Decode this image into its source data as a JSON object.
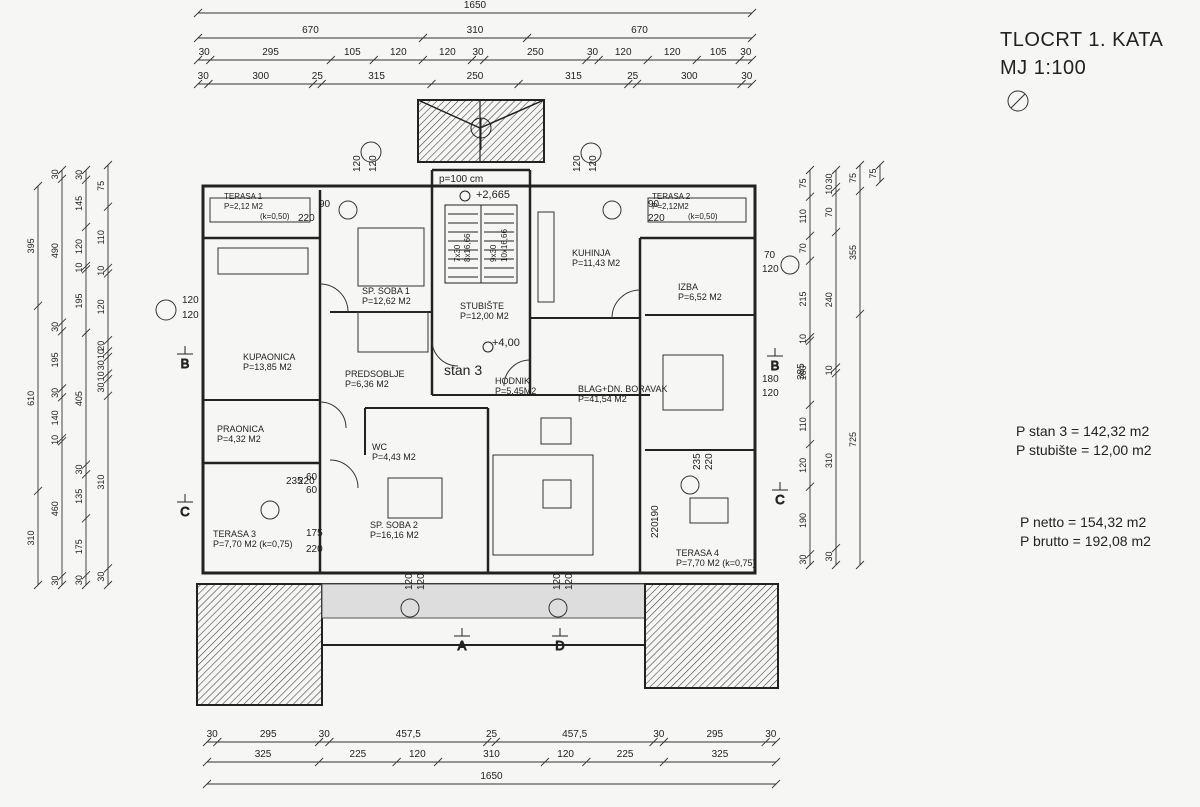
{
  "title": {
    "line1": "TLOCRT 1. KATA",
    "line2": "MJ 1:100"
  },
  "summary": {
    "stan": "P stan 3 = 142,32 m2",
    "stubiste": "P stubište = 12,00 m2",
    "netto": "P netto = 154,32 m2",
    "brutto": "P brutto = 192,08 m2"
  },
  "stan_label": "stan 3",
  "rooms": [
    {
      "name": "TERASA 1",
      "area": "P=2,12 M2",
      "extra": "(k=0,50)"
    },
    {
      "name": "SP. SOBA 1",
      "area": "P=12,62 M2"
    },
    {
      "name": "STUBIŠTE",
      "area": "P=12,00 M2"
    },
    {
      "name": "KUHINJA",
      "area": "P=11,43 M2"
    },
    {
      "name": "TERASA 2",
      "area": "P=2,12M2",
      "extra": "(k=0,50)"
    },
    {
      "name": "IZBA",
      "area": "P=6,52 M2"
    },
    {
      "name": "KUPAONICA",
      "area": "P=13,85 M2"
    },
    {
      "name": "PREDSOBLJE",
      "area": "P=6,36 M2"
    },
    {
      "name": "HODNIK",
      "area": "P=5,45M2"
    },
    {
      "name": "BLAG+DN. BORAVAK",
      "area": "P=41,54 M2"
    },
    {
      "name": "PRAONICA",
      "area": "P=4,32 M2"
    },
    {
      "name": "WC",
      "area": "P=4,43 M2"
    },
    {
      "name": "SP. SOBA 2",
      "area": "P=16,16 M2"
    },
    {
      "name": "TERASA 3",
      "area": "P=7,70 M2 (k=0,75)"
    },
    {
      "name": "TERASA 4",
      "area": "P=7,70 M2 (k=0,75)"
    }
  ],
  "levels": {
    "upper": "+2,665",
    "lower": "+4,00",
    "landing": "p=100 cm"
  },
  "stairs": {
    "flight1": "7x30",
    "flight1b": "8x16,66",
    "flight2": "9x30",
    "flight2b": "10x16,66"
  },
  "sections": {
    "a": "A",
    "b": "B",
    "c": "C",
    "d": "D"
  },
  "top_dims": {
    "row1": [
      "1650"
    ],
    "row2": [
      "670",
      "310",
      "670"
    ],
    "row3": [
      "30",
      "295",
      "105",
      "120",
      "120",
      "30",
      "250",
      "30",
      "120",
      "120",
      "105",
      "30"
    ],
    "row4": [
      "30",
      "300",
      "25",
      "315",
      "250",
      "315",
      "25",
      "300",
      "30"
    ]
  },
  "bottom_dims": {
    "row1": [
      "30",
      "295",
      "30",
      "457,5",
      "25",
      "457,5",
      "30",
      "295",
      "30"
    ],
    "row2": [
      "325",
      "225",
      "120",
      "310",
      "120",
      "225",
      "325"
    ],
    "row3": [
      "1650"
    ]
  },
  "left_dims": {
    "c1": [
      "395",
      "610",
      "310"
    ],
    "c2": [
      "30",
      "490",
      "30",
      "195",
      "30",
      "140",
      "10",
      "460",
      "30"
    ],
    "c3": [
      "30",
      "145",
      "120",
      "10",
      "195",
      "405",
      "30",
      "135",
      "175",
      "30"
    ],
    "c4": [
      "75",
      "110",
      "10",
      "120",
      "20",
      "10",
      "30",
      "10",
      "30",
      "310",
      "30"
    ]
  },
  "right_dims": {
    "c1": [
      "75",
      "110",
      "70",
      "215",
      "10",
      "180",
      "110",
      "120",
      "190",
      "30"
    ],
    "c2": [
      "30",
      "10",
      "70",
      "240",
      "10",
      "310",
      "30"
    ],
    "c3": [
      "75",
      "355",
      "725"
    ],
    "c4": [
      "75"
    ]
  },
  "openings": [
    "120",
    "120",
    "90",
    "220",
    "120",
    "120",
    "90",
    "220",
    "70",
    "120",
    "120",
    "120",
    "180",
    "120",
    "60",
    "60",
    "175",
    "220",
    "235",
    "220",
    "190",
    "220",
    "235",
    "220",
    "120",
    "120",
    "120",
    "120",
    "385"
  ],
  "colors": {
    "ink": "#222222",
    "paper": "#f6f6f4",
    "roof": "#555555"
  }
}
